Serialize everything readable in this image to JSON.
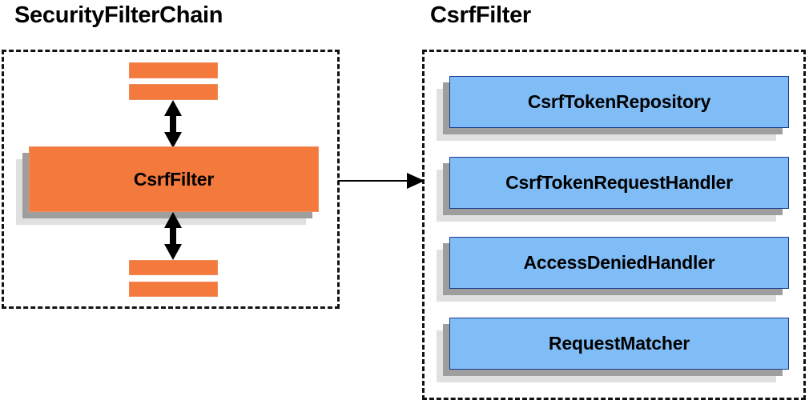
{
  "diagram": {
    "title_left": "SecurityFilterChain",
    "title_right": "CsrfFilter",
    "left_panel": {
      "main_block_label": "CsrfFilter",
      "filter_bars_above": [
        "",
        ""
      ],
      "filter_bars_below": [
        "",
        ""
      ],
      "arrow_up_label": "",
      "arrow_down_label": ""
    },
    "right_panel": {
      "components": [
        {
          "label": "CsrfTokenRepository"
        },
        {
          "label": "CsrfTokenRequestHandler"
        },
        {
          "label": "AccessDeniedHandler"
        },
        {
          "label": "RequestMatcher"
        }
      ]
    },
    "connector": {
      "label": ""
    },
    "colors": {
      "orange_fill": "#f4793c",
      "orange_border": "#f09060",
      "blue_fill": "#80bdf7",
      "blue_border": "#1a3c8c",
      "shadow_light": "#e0e0e0",
      "shadow_dark": "#9e9e9e",
      "dashed_border": "#111111",
      "text": "#000000",
      "background": "#ffffff"
    }
  }
}
